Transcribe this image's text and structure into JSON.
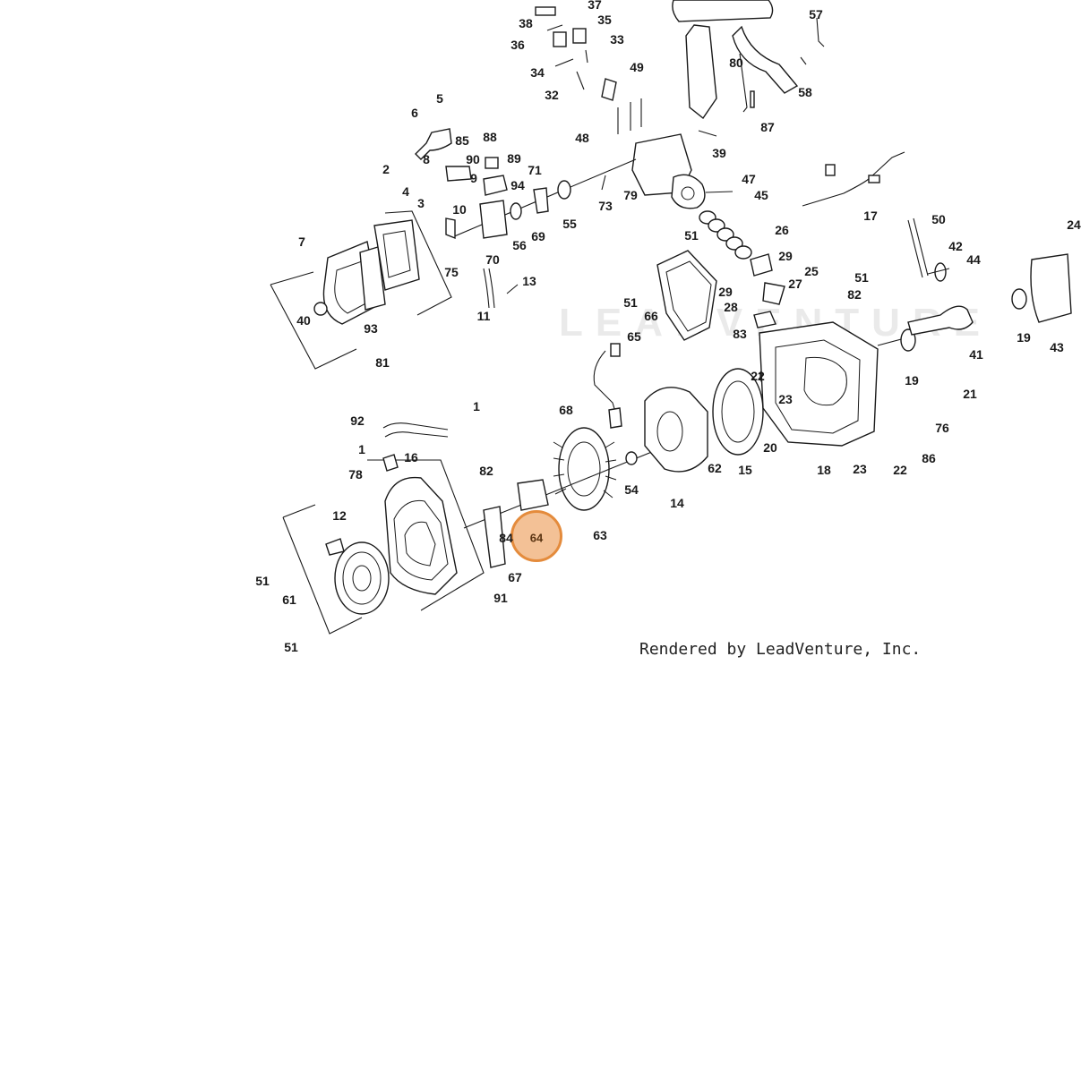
{
  "watermark": "LEADVENTURE",
  "credit": "Rendered by LeadVenture, Inc.",
  "highlight": {
    "part": "64",
    "fill": "#f3c196",
    "ring": "#e48b3c"
  },
  "callouts": [
    "38",
    "37",
    "36",
    "35",
    "33",
    "34",
    "32",
    "49",
    "57",
    "80",
    "58",
    "87",
    "48",
    "39",
    "5",
    "6",
    "2",
    "8",
    "85",
    "88",
    "90",
    "89",
    "9",
    "71",
    "4",
    "3",
    "10",
    "94",
    "75",
    "70",
    "56",
    "69",
    "55",
    "73",
    "79",
    "47",
    "45",
    "26",
    "17",
    "7",
    "40",
    "93",
    "81",
    "11",
    "13",
    "51",
    "51",
    "66",
    "29",
    "25",
    "29",
    "28",
    "27",
    "51",
    "82",
    "83",
    "65",
    "50",
    "42",
    "44",
    "41",
    "19",
    "43",
    "24",
    "19",
    "92",
    "1",
    "1",
    "16",
    "78",
    "68",
    "22",
    "23",
    "20",
    "15",
    "62",
    "14",
    "54",
    "63",
    "82",
    "64",
    "84",
    "67",
    "91",
    "61",
    "12",
    "51",
    "51",
    "18",
    "23",
    "22",
    "86",
    "76",
    "21"
  ]
}
